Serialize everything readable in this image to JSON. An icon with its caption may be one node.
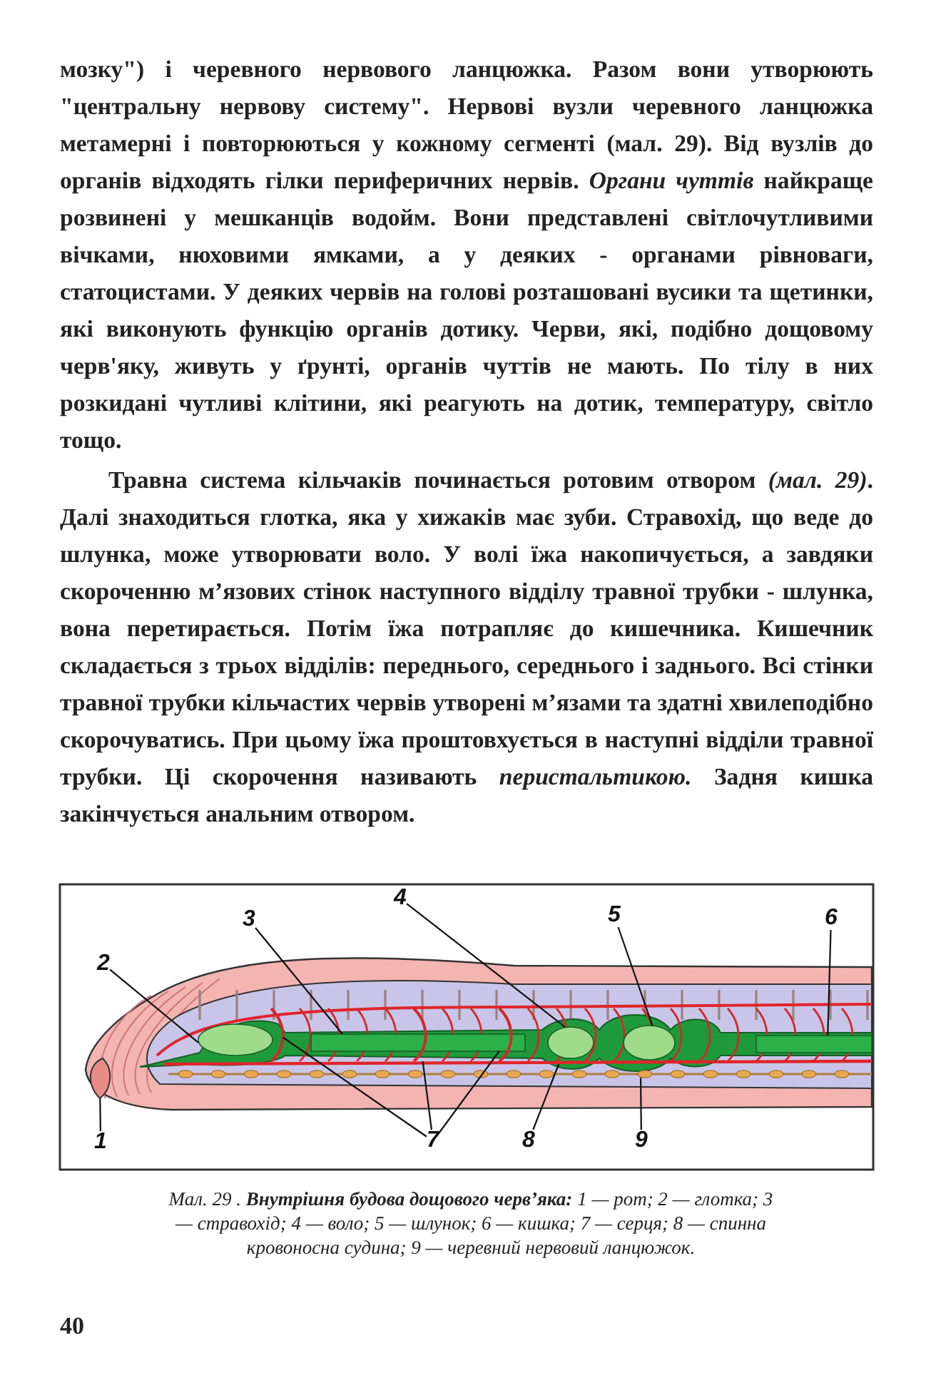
{
  "diagram": {
    "caption": "Мал. 29 . **Внутрішня будова дощового черв’яка:** 1 — рот; 2 — глотка; 3 — стравохід; 4 — воло; 5 — шлунок; 6 — кишка; 7 — серця; 8 — спинна кровоносна судина; 9 — черевний нервовий ланцюжок.",
    "nodes": [
      {
        "text": [
          "1"
        ]
      },
      {
        "text": [
          "2"
        ]
      },
      {
        "text": [
          "3"
        ]
      },
      {
        "text": [
          "4"
        ]
      },
      {
        "text": [
          "5"
        ]
      },
      {
        "text": [
          "6"
        ]
      },
      {
        "text": [
          "7"
        ]
      },
      {
        "text": [
          "8"
        ]
      },
      {
        "text": [
          "9"
        ]
      },
      {
        "text": [],
        "shape": "picture"
      },
      {
        "text": [],
        "shape": "circle"
      },
      {
        "text": [],
        "shape": "picture"
      },
      {
        "text": [],
        "shape": "bar"
      },
      {
        "text": [],
        "shape": "picture"
      },
      {
        "text": [],
        "shape": "picture"
      },
      {
        "text": [],
        "shape": "picture"
      },
      {
        "text": [],
        "shape": "circle"
      },
      {
        "text": [],
        "shape": "picture"
      },
      {
        "text": [],
        "shape": "circle"
      },
      {
        "text": [],
        "shape": "bar"
      }
    ],
    "edges": [
      {
        "from": 0,
        "to": 9,
        "arrow": "none"
      },
      {
        "from": 1,
        "to": 10,
        "arrow": "none"
      },
      {
        "from": 2,
        "to": 12,
        "arrow": "none"
      },
      {
        "from": 3,
        "to": 16,
        "arrow": "none"
      },
      {
        "from": 4,
        "to": 18,
        "arrow": "none"
      },
      {
        "from": 5,
        "to": 19,
        "arrow": "none"
      },
      {
        "from": 6,
        "to": 11,
        "arrow": "none"
      },
      {
        "from": 6,
        "to": 13,
        "arrow": "none"
      },
      {
        "from": 6,
        "to": 14,
        "arrow": "none"
      },
      {
        "from": 7,
        "to": 15,
        "arrow": "none"
      },
      {
        "from": 8,
        "to": 17,
        "arrow": "none"
      }
    ],
    "labels": [
      "мозку\") і черевного нервового ланцюжка. Разом вони утворюють \"центральну нервову систему\". Нервові вузли черевного ланцюжка метамерні і повторюються у кожному сегменті (мал. 29). Від вузлів до органів відходять гілки периферичних нервів. *Органи чуттів* найкраще розвинені у мешканців водойм. Вони представлені світлочутливими вічками, нюховими ямками, а у деяких - органами рівноваги, статоцистами. У деяких червів на голові розташовані вусики та щетинки, які виконують функцію органів дотику. Черви, які, подібно дощовому черв'яку, живуть у ґрунті, органів чуттів не мають. По тілу в них розкидані чутливі клітини, які реагують на дотик, температуру, світло тощо.",
      "**Травна система** кільчаків починається ротовим отвором *(мал. 29)*. Далі знаходиться глотка, яка у хижаків має зуби. Стравохід, що веде до шлунка, може утворювати воло. У волі їжа накопичується, а завдяки скороченню мʼязових стінок наступного відділу травної трубки - шлунка, вона перетирається. Потім їжа потрапляє до кишечника. Кишечник складається з трьох відділів: переднього, середнього і заднього. Всі стінки травної трубки кільчастих червів утворені мʼязами та здатні хвилеподібно скорочуватись. При цьому їжа проштовхується в наступні відділи травної трубки. Ці скорочення називають *перистальтикою.* Задня кишка закінчується анальним отвором.",
      "40"
    ]
  }
}
